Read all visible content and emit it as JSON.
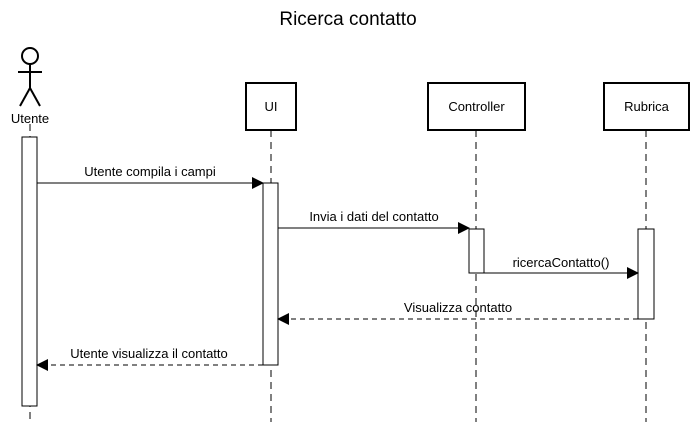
{
  "diagram": {
    "title": "Ricerca contatto",
    "participants": [
      {
        "id": "utente",
        "label": "Utente",
        "kind": "actor"
      },
      {
        "id": "ui",
        "label": "UI",
        "kind": "box"
      },
      {
        "id": "controller",
        "label": "Controller",
        "kind": "box"
      },
      {
        "id": "rubrica",
        "label": "Rubrica",
        "kind": "box"
      }
    ],
    "messages": [
      {
        "from": "utente",
        "to": "ui",
        "label": "Utente compila i campi",
        "type": "sync"
      },
      {
        "from": "ui",
        "to": "controller",
        "label": "Invia i dati del contatto",
        "type": "sync"
      },
      {
        "from": "controller",
        "to": "rubrica",
        "label": "ricercaContatto()",
        "type": "sync"
      },
      {
        "from": "rubrica",
        "to": "ui",
        "label": "Visualizza contatto",
        "type": "return"
      },
      {
        "from": "ui",
        "to": "utente",
        "label": "Utente visualizza il contatto",
        "type": "return"
      }
    ]
  }
}
